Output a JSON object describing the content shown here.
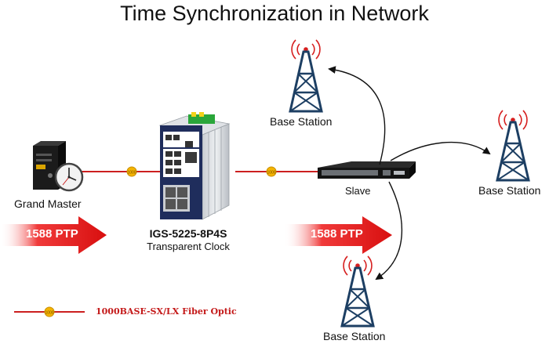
{
  "title": "Time Synchronization in Network",
  "nodes": {
    "grand_master": "Grand Master",
    "switch_model": "IGS-5225-8P4S",
    "switch_role": "Transparent Clock",
    "slave": "Slave",
    "base_station_top": "Base Station",
    "base_station_right": "Base Station",
    "base_station_bottom": "Base Station"
  },
  "arrows": {
    "left": "1588 PTP",
    "right": "1588 PTP"
  },
  "legend": {
    "label": "1000BASE-SX/LX Fiber Optic",
    "badge": "1000"
  },
  "colors": {
    "fiber": "#cc1f1f",
    "arrow": "#e31a1a",
    "badge": "#f4b400",
    "tower": "#1d3f63"
  }
}
